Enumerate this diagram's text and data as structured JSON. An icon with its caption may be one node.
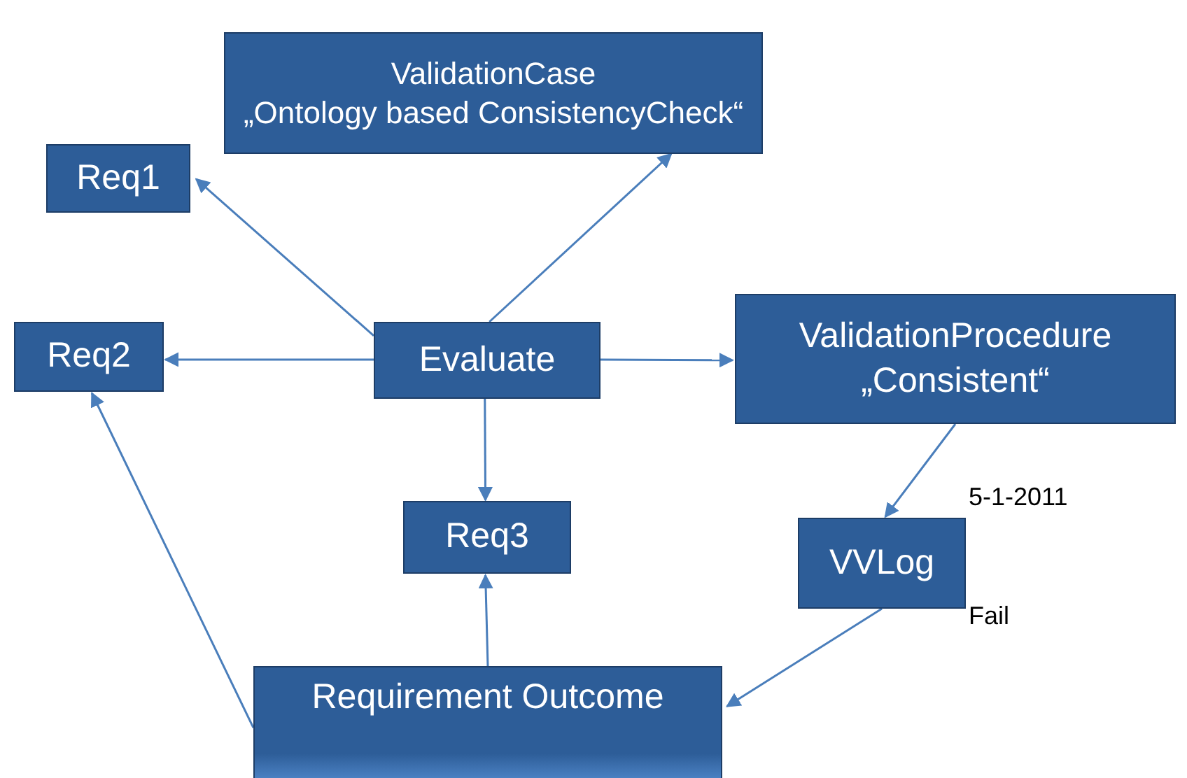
{
  "diagram": {
    "nodes": [
      {
        "text": [
          "ValidationCase",
          "„Ontology based ConsistencyCheck“"
        ]
      },
      {
        "text": [
          "Req1"
        ]
      },
      {
        "text": [
          "Req2"
        ]
      },
      {
        "text": [
          "Evaluate"
        ]
      },
      {
        "text": [
          "ValidationProcedure",
          "„Consistent“"
        ]
      },
      {
        "text": [
          "Req3"
        ]
      },
      {
        "text": [
          "VVLog"
        ],
        "beside": [
          "5-1-2011",
          "Fail"
        ]
      },
      {
        "text": [
          "Requirement Outcome"
        ]
      }
    ],
    "edges": [
      {
        "from": 3,
        "to": 0,
        "arrow": "to"
      },
      {
        "from": 3,
        "to": 1,
        "arrow": "to"
      },
      {
        "from": 3,
        "to": 2,
        "arrow": "to"
      },
      {
        "from": 3,
        "to": 4,
        "arrow": "to"
      },
      {
        "from": 3,
        "to": 5,
        "arrow": "to"
      },
      {
        "from": 4,
        "to": 6,
        "arrow": "to"
      },
      {
        "from": 6,
        "to": 7,
        "arrow": "to"
      },
      {
        "from": 7,
        "to": 5,
        "arrow": "to"
      },
      {
        "from": 7,
        "to": 2,
        "arrow": "to"
      }
    ]
  }
}
